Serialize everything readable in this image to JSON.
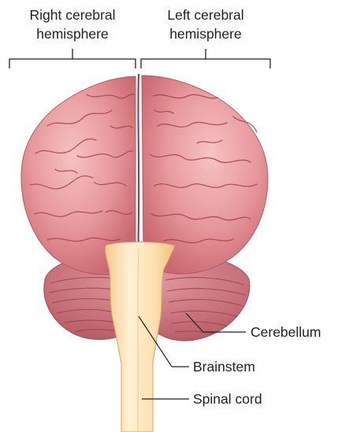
{
  "labels": {
    "right_hemisphere_line1": "Right cerebral",
    "right_hemisphere_line2": "hemisphere",
    "left_hemisphere_line1": "Left cerebral",
    "left_hemisphere_line2": "hemisphere",
    "cerebellum": "Cerebellum",
    "brainstem": "Brainstem",
    "spinal_cord": "Spinal cord"
  },
  "colors": {
    "cortex": "#e59a9d",
    "cortex_shade": "#c8696f",
    "sulcus": "#9e3f4a",
    "cerebellum": "#cf7b82",
    "brainstem": "#fde0b0",
    "leader_line": "#231f20"
  }
}
